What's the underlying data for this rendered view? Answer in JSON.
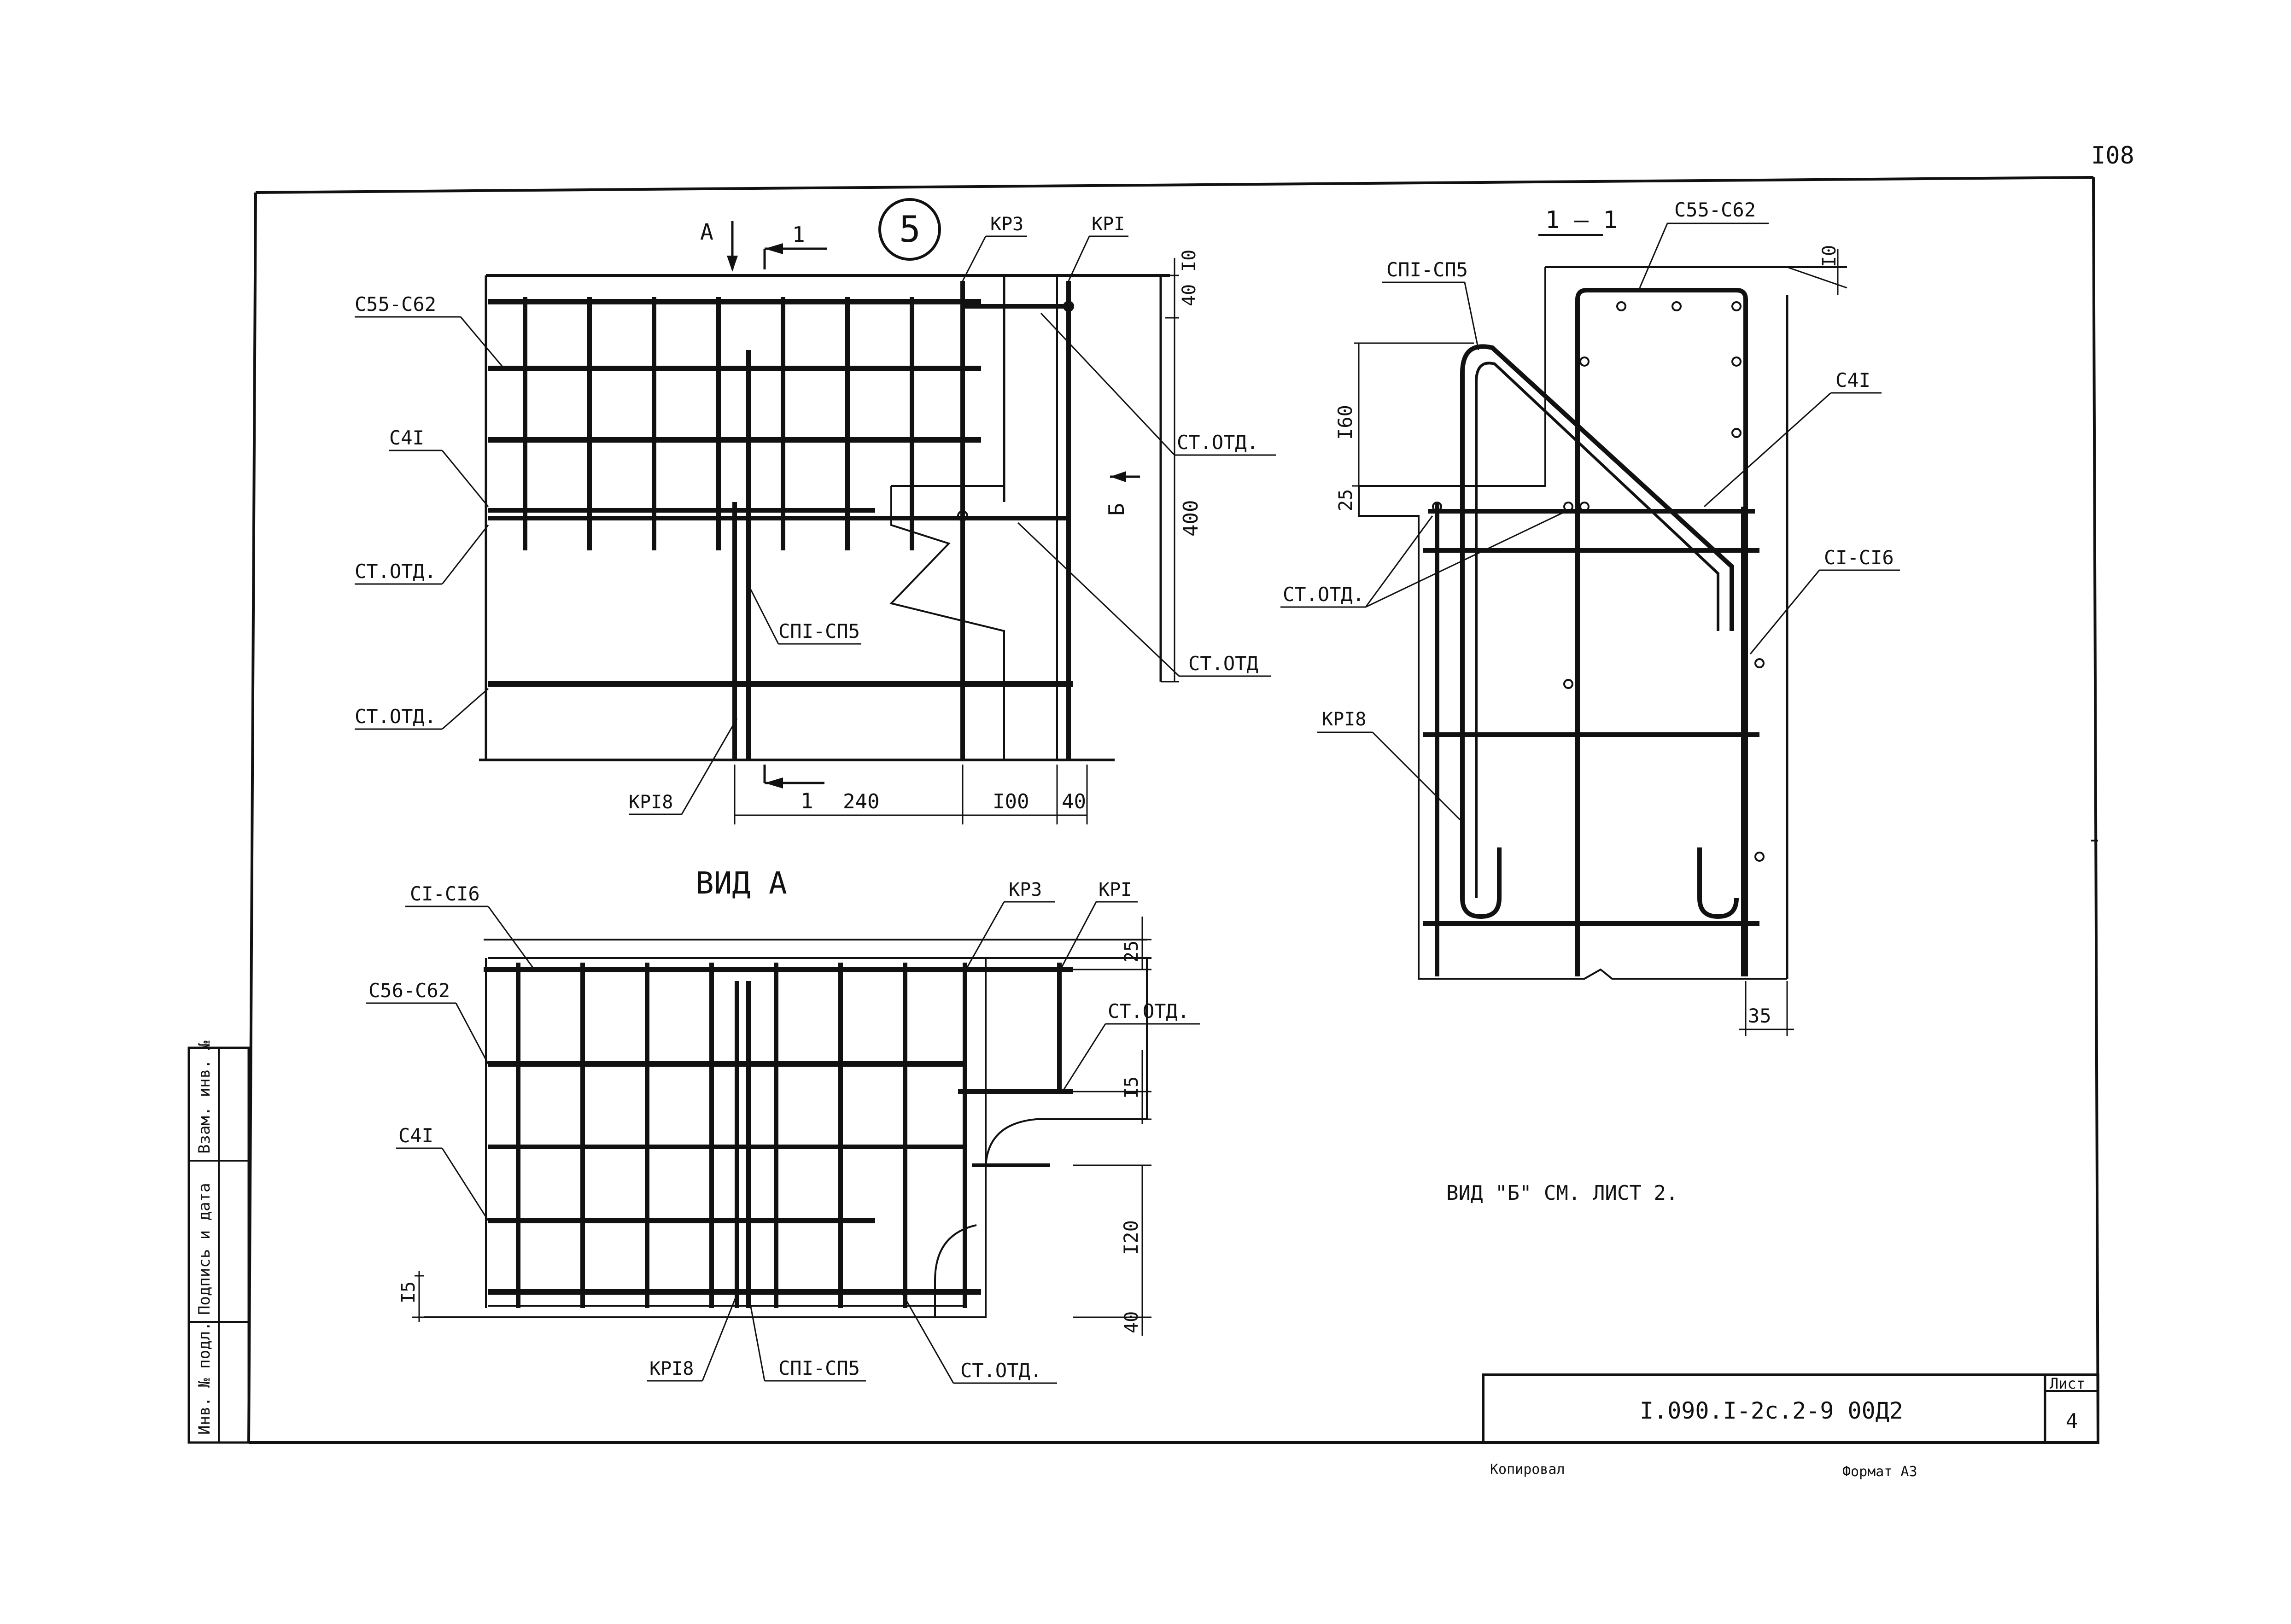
{
  "page_number": "I08",
  "detail_marker": "5",
  "view_a_arrow": "А",
  "section_mark": "1",
  "section_title": "1 – 1",
  "view_a_title": "ВИД  А",
  "view_b_arrow": "Б",
  "view_b_note": "ВИД \"Б\" СМ. ЛИСТ 2.",
  "labels": {
    "c55_c62": "C55-C62",
    "c56_c62": "C56-C62",
    "c41": "C4I",
    "st_otd": "СТ.ОТД.",
    "st_otd_short": "СТ.ОТД",
    "sp1_sp5": "CПI-CП5",
    "kr3": "KP3",
    "kr1": "KPI",
    "kr18": "KPI8",
    "c1_c16": "CI-CI6"
  },
  "dimensions": {
    "d10": "I0",
    "d40": "40",
    "d400": "400",
    "d240": "240",
    "d100": "I00",
    "d160": "I60",
    "d25": "25",
    "d35": "35",
    "d15": "I5",
    "d120": "I20"
  },
  "stamp": {
    "code": "I.090.I-2c.2-9 00Д2",
    "sheet_label": "Лист",
    "sheet_number": "4",
    "copied_by": "Копировал",
    "format": "Формат А3"
  },
  "side_columns": [
    "Инв. № подл.",
    "Подпись и дата",
    "Взам. инв. №"
  ]
}
